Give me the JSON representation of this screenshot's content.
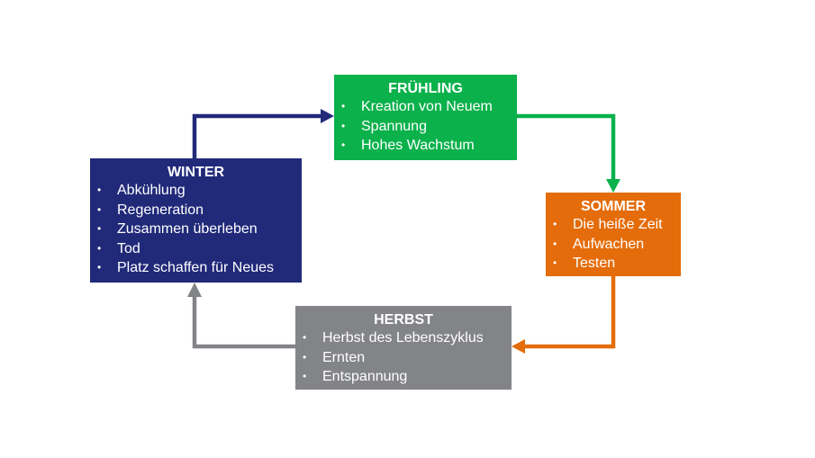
{
  "seasons": {
    "fruehling": {
      "title": "FRÜHLING",
      "color": "#0bb14b",
      "items": [
        "Kreation von Neuem",
        "Spannung",
        "Hohes Wachstum"
      ]
    },
    "sommer": {
      "title": "SOMMER",
      "color": "#e46c0a",
      "items": [
        "Die heiße Zeit",
        "Aufwachen",
        "Testen"
      ]
    },
    "herbst": {
      "title": "HERBST",
      "color": "#838487",
      "items": [
        "Herbst des Lebenszyklus",
        "Ernten",
        "Entspannung"
      ]
    },
    "winter": {
      "title": "WINTER",
      "color": "#212a79",
      "items": [
        "Abkühlung",
        "Regeneration",
        "Zusammen überleben",
        "Tod",
        "Platz schaffen für Neues"
      ]
    }
  },
  "connectors": [
    {
      "from": "winter",
      "to": "fruehling",
      "color": "#212a79"
    },
    {
      "from": "fruehling",
      "to": "sommer",
      "color": "#0bb14b"
    },
    {
      "from": "sommer",
      "to": "herbst",
      "color": "#e46c0a"
    },
    {
      "from": "herbst",
      "to": "winter",
      "color": "#838487"
    }
  ]
}
